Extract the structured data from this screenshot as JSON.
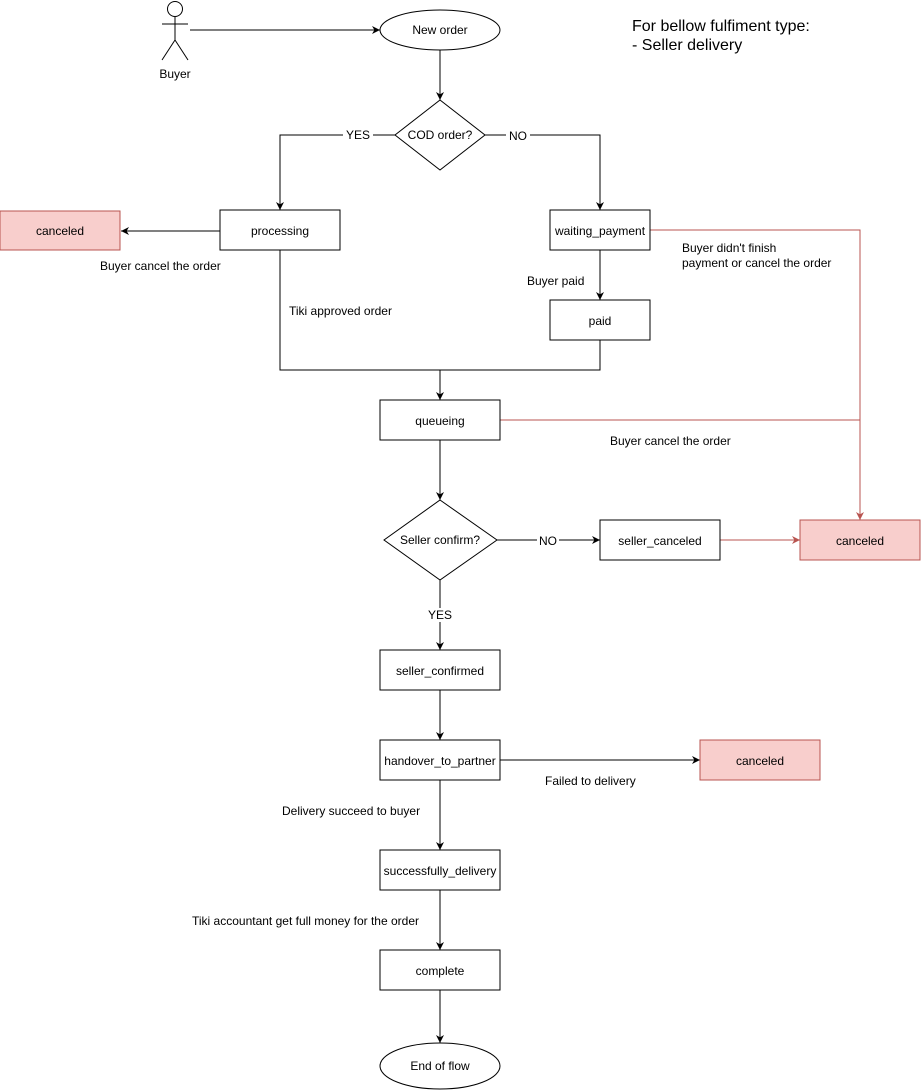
{
  "note": {
    "line1": "For bellow fulfiment type:",
    "line2": "- Seller delivery"
  },
  "colors": {
    "cancel_fill": "#f8cecc",
    "cancel_stroke": "#b85450",
    "line": "#000000"
  },
  "actor": {
    "label": "Buyer"
  },
  "nodes": {
    "new_order": "New order",
    "cod_order": "COD order?",
    "processing": "processing",
    "canceled_left": "canceled",
    "waiting_payment": "waiting_payment",
    "paid": "paid",
    "queueing": "queueing",
    "seller_confirm": "Seller confirm?",
    "seller_canceled": "seller_canceled",
    "canceled_right": "canceled",
    "seller_confirmed": "seller_confirmed",
    "handover_to_partner": "handover_to_partner",
    "canceled_delivery": "canceled",
    "successfully_delivery": "successfully_delivery",
    "complete": "complete",
    "end_of_flow": "End of flow"
  },
  "edge_labels": {
    "cod_yes": "YES",
    "cod_no": "NO",
    "buyer_cancel_processing": "Buyer cancel the order",
    "tiki_approved": "Tiki approved order",
    "buyer_paid": "Buyer paid",
    "buyer_didnt_finish_1": "Buyer didn't finish",
    "buyer_didnt_finish_2": "payment or cancel the order",
    "buyer_cancel_queueing": "Buyer cancel the order",
    "confirm_no": "NO",
    "confirm_yes": "YES",
    "failed_delivery": "Failed to delivery",
    "delivery_succeed": "Delivery succeed to buyer",
    "accountant_money": "Tiki accountant get full money for the order"
  }
}
